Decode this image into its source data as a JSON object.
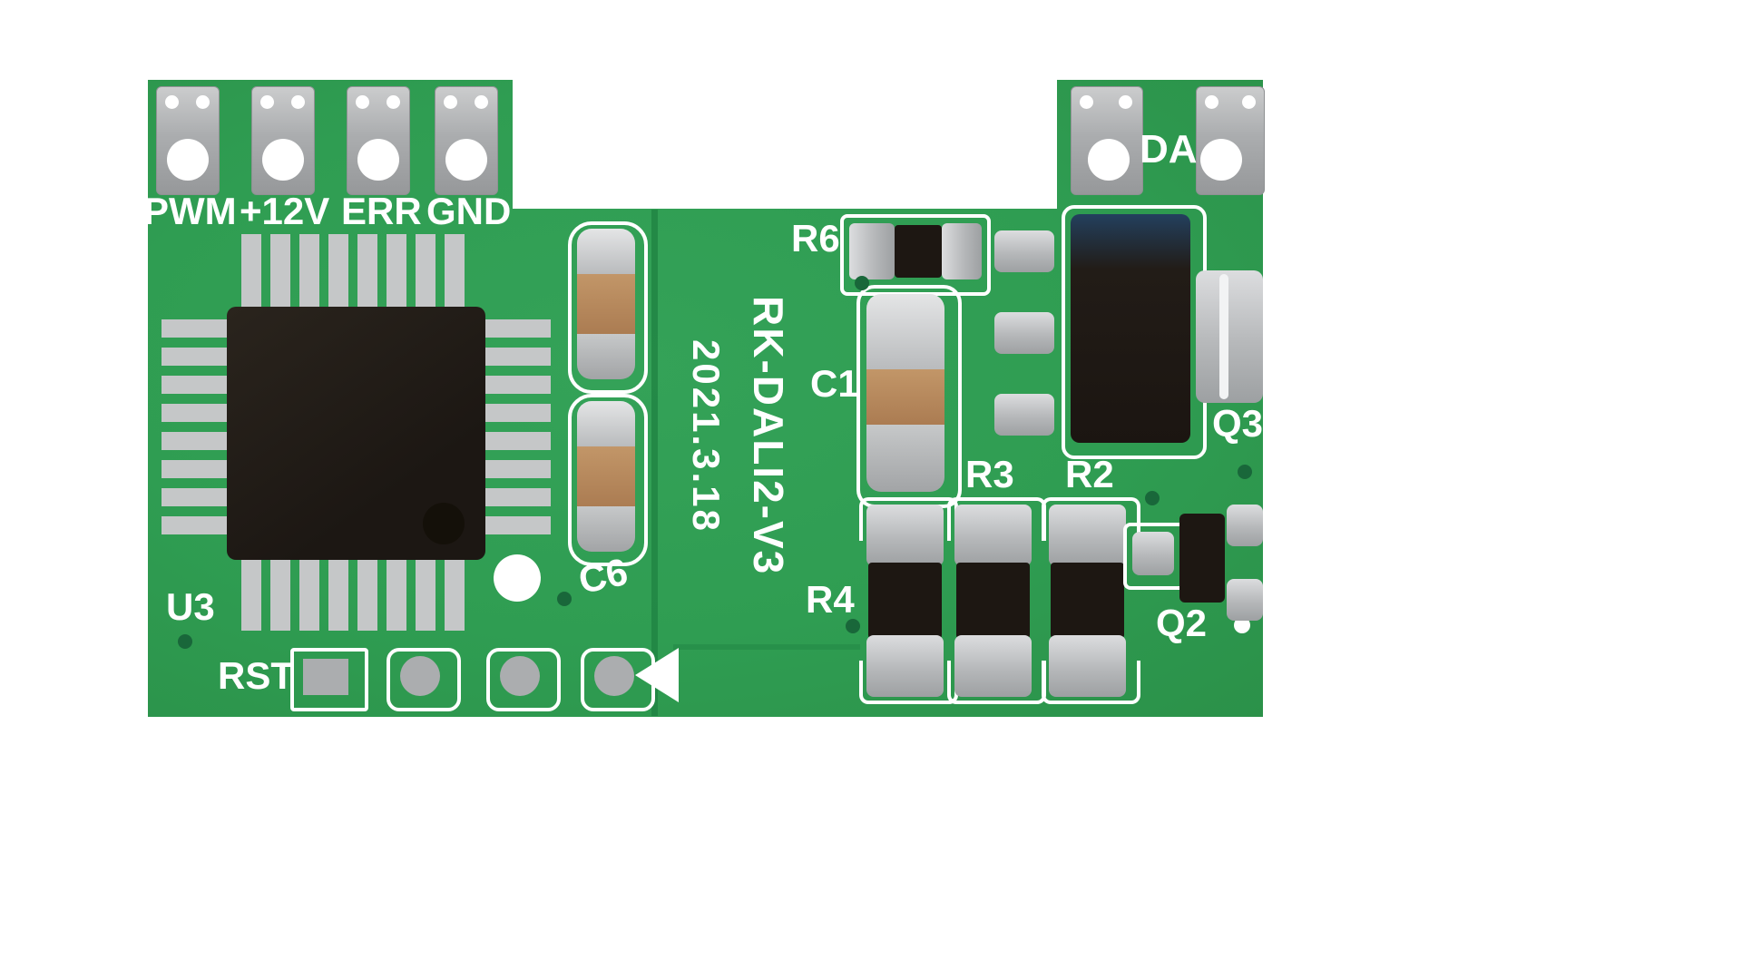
{
  "board": {
    "model": "RK-DALI2-V3",
    "date": "2021.3.18",
    "connectors": {
      "pins": [
        {
          "label": "PWM"
        },
        {
          "label": "+12V"
        },
        {
          "label": "ERR"
        },
        {
          "label": "GND"
        }
      ],
      "bus_label": "DA",
      "reset_label": "RST"
    },
    "refs": {
      "u3": "U3",
      "c6": "C6",
      "r6": "R6",
      "c1": "C1",
      "q3": "Q3",
      "r3": "R3",
      "r2": "R2",
      "r4": "R4",
      "q2": "Q2"
    },
    "colors": {
      "pcb_green": "#2f9d52",
      "silkscreen_white": "#ffffff",
      "pad_silver": "#b7b9bb",
      "ic_black": "#211b16",
      "capacitor_tan": "#b5875f"
    }
  }
}
